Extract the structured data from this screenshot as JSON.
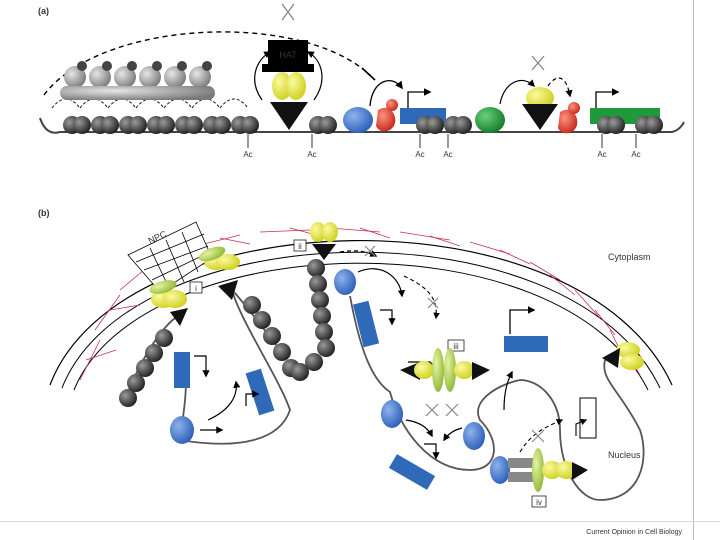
{
  "panel_a": {
    "label": "(a)",
    "hat_label": "HAT",
    "ac_labels": [
      "Ac",
      "Ac",
      "Ac",
      "Ac",
      "Ac",
      "Ac"
    ]
  },
  "panel_b": {
    "label": "(b)",
    "npc_label": "NPC",
    "cytoplasm_label": "Cytoplasm",
    "nucleus_label": "Nucleus",
    "roman_labels": [
      "i",
      "ii",
      "iii",
      "iv"
    ]
  },
  "credit": "Current Opinion in Cell Biology",
  "colors": {
    "histone_dark": "#333333",
    "histone_light": "#9a9a9a",
    "activator_blue": "#3a6fc4",
    "activator_green": "#1f9a3a",
    "factor_yellow": "#e6e63a",
    "factor_lime": "#b4d64a",
    "repressor_red": "#d83a2a",
    "gene_blue": "#2f6ab8",
    "gene_green": "#1e9a3a",
    "lamina_red": "#c8324a"
  }
}
